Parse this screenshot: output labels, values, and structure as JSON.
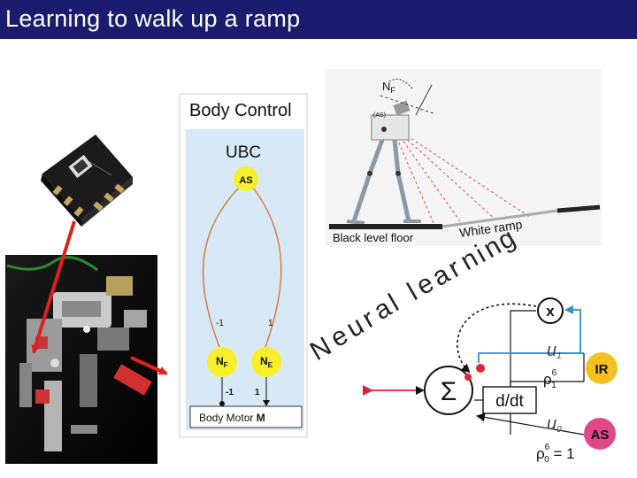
{
  "slide": {
    "title": "Learning to walk up a ramp"
  },
  "body_control": {
    "heading": "Body Control",
    "ubc_label": "UBC",
    "as_node": "AS",
    "left_weight_top": "-1",
    "right_weight_top": "1",
    "nf_main": "N",
    "nf_sub": "F",
    "ne_main": "N",
    "ne_sub": "E",
    "left_weight_bottom": "-1",
    "right_weight_bottom": "1",
    "motor_text": "Body Motor ",
    "motor_bold": "M"
  },
  "ramp_photo": {
    "nf_main": "N",
    "nf_sub": "F",
    "as_label": "(AS)",
    "floor_label": "Black level floor",
    "ramp_label": "White ramp"
  },
  "neural_learning": {
    "letters": [
      "N",
      "e",
      "u",
      "r",
      "a",
      "l",
      " ",
      "l",
      "e",
      "a",
      "r",
      "n",
      "i",
      "n",
      "g"
    ]
  },
  "circuit": {
    "x_node": "x",
    "sigma": "Σ",
    "ddt": "d/dt",
    "u1_main": "u",
    "u1_sub": "1",
    "rho1_main": "ρ",
    "rho1_sup": "6",
    "rho1_sub": "1",
    "ir_node": "IR",
    "u0_main": "u",
    "u0_sub": "0",
    "rho0_main": "ρ",
    "rho0_sup": "6",
    "rho0_sub": "0",
    "rho0_eq": " = 1",
    "as_node": "AS"
  },
  "colors": {
    "title_bar": "#1c1c6e",
    "panel_bg": "#d7e9f7",
    "pathway": "#d7743a",
    "node_yellow": "#f7ef2a",
    "node_orange": "#e0783a",
    "learning_text": "#222222",
    "ir_node": "#f4c020",
    "as_node": "#e0488a",
    "input_arrow": "#e5213a",
    "feedback_line": "#2f8fd6",
    "pointer_arrow": "#e01f1f"
  }
}
